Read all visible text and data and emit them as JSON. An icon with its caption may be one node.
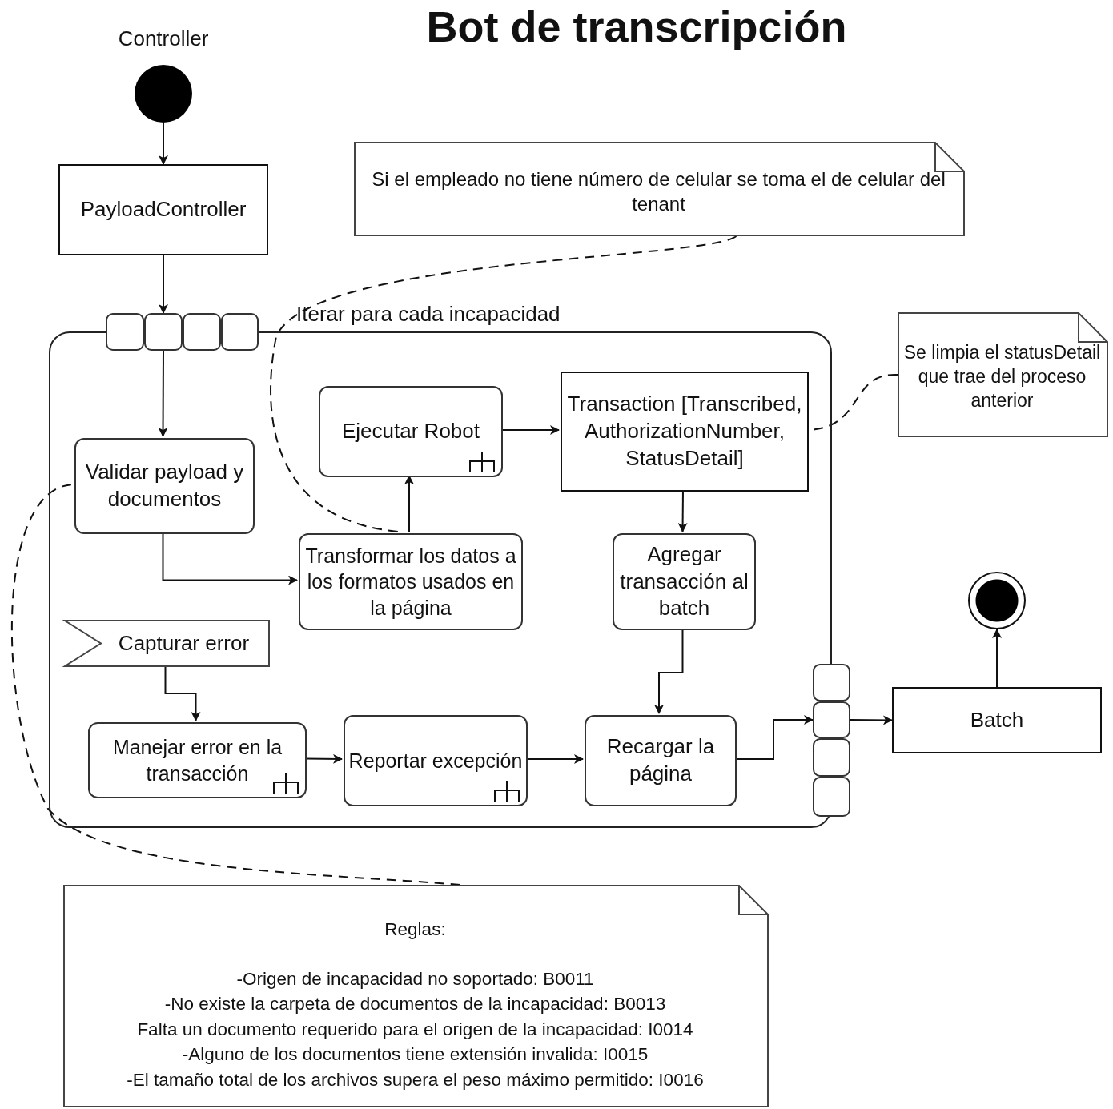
{
  "diagram": {
    "title": "Bot de transcripción",
    "nodes": [
      {
        "text": [],
        "shape": "circle",
        "beside": [
          "Controller"
        ]
      },
      {
        "text": [
          "PayloadController"
        ]
      },
      {
        "text": [
          "Iterar para cada incapacidad"
        ]
      },
      {
        "text": [],
        "shape": "box"
      },
      {
        "text": [],
        "shape": "box"
      },
      {
        "text": [],
        "shape": "box"
      },
      {
        "text": [],
        "shape": "box"
      },
      {
        "text": [
          "Validar payload y documentos"
        ],
        "in": 2
      },
      {
        "text": [
          "Ejecutar Robot"
        ],
        "in": 2
      },
      {
        "text": [
          "Transaction [Transcribed, AuthorizationNumber, StatusDetail]"
        ],
        "in": 2
      },
      {
        "text": [
          "Transformar los datos a los formatos usados en la página"
        ],
        "in": 2
      },
      {
        "text": [
          "Agregar transacción al batch"
        ],
        "in": 2
      },
      {
        "text": [
          "Capturar error"
        ],
        "in": 2
      },
      {
        "text": [
          "Manejar error en la transacción"
        ],
        "in": 2
      },
      {
        "text": [
          "Reportar excepción"
        ],
        "in": 2
      },
      {
        "text": [
          "Recargar la página"
        ],
        "in": 2
      },
      {
        "text": [],
        "shape": "box"
      },
      {
        "text": [],
        "shape": "box"
      },
      {
        "text": [],
        "shape": "box"
      },
      {
        "text": [],
        "shape": "box"
      },
      {
        "text": [
          "Batch"
        ]
      },
      {
        "text": [],
        "shape": "circle"
      },
      {
        "text": [
          "Si el empleado no tiene número de celular se toma el de celular del tenant"
        ]
      },
      {
        "text": [
          "Se limpia el statusDetail que trae del proceso anterior"
        ]
      },
      {
        "text": [
          "Reglas:",
          "-Origen de incapacidad no soportado: B0011",
          "-No existe la carpeta de documentos de la incapacidad: B0013",
          "Falta un documento requerido para el origen de la incapacidad: I0014",
          "-Alguno de los documentos tiene extensión invalida: I0015",
          "-El tamaño total de los archivos supera el peso máximo permitido: I0016"
        ]
      }
    ],
    "edges": [
      {
        "from": 0,
        "to": 1,
        "arrow": "to"
      },
      {
        "from": 1,
        "to": 4,
        "arrow": "to"
      },
      {
        "from": 4,
        "to": 7,
        "arrow": "to"
      },
      {
        "from": 7,
        "to": 10,
        "arrow": "to"
      },
      {
        "from": 10,
        "to": 8,
        "arrow": "to"
      },
      {
        "from": 8,
        "to": 9,
        "arrow": "to"
      },
      {
        "from": 9,
        "to": 11,
        "arrow": "to"
      },
      {
        "from": 11,
        "to": 15,
        "arrow": "to"
      },
      {
        "from": 12,
        "to": 13,
        "arrow": "to"
      },
      {
        "from": 13,
        "to": 14,
        "arrow": "to"
      },
      {
        "from": 14,
        "to": 15,
        "arrow": "to"
      },
      {
        "from": 15,
        "to": 17,
        "arrow": "to"
      },
      {
        "from": 17,
        "to": 20,
        "arrow": "to"
      },
      {
        "from": 20,
        "to": 21,
        "arrow": "to"
      },
      {
        "from": 22,
        "to": 10,
        "arrow": "none",
        "style": "dashed"
      },
      {
        "from": 23,
        "to": 9,
        "arrow": "none",
        "style": "dashed"
      },
      {
        "from": 24,
        "to": 7,
        "arrow": "none",
        "style": "dashed"
      }
    ]
  }
}
